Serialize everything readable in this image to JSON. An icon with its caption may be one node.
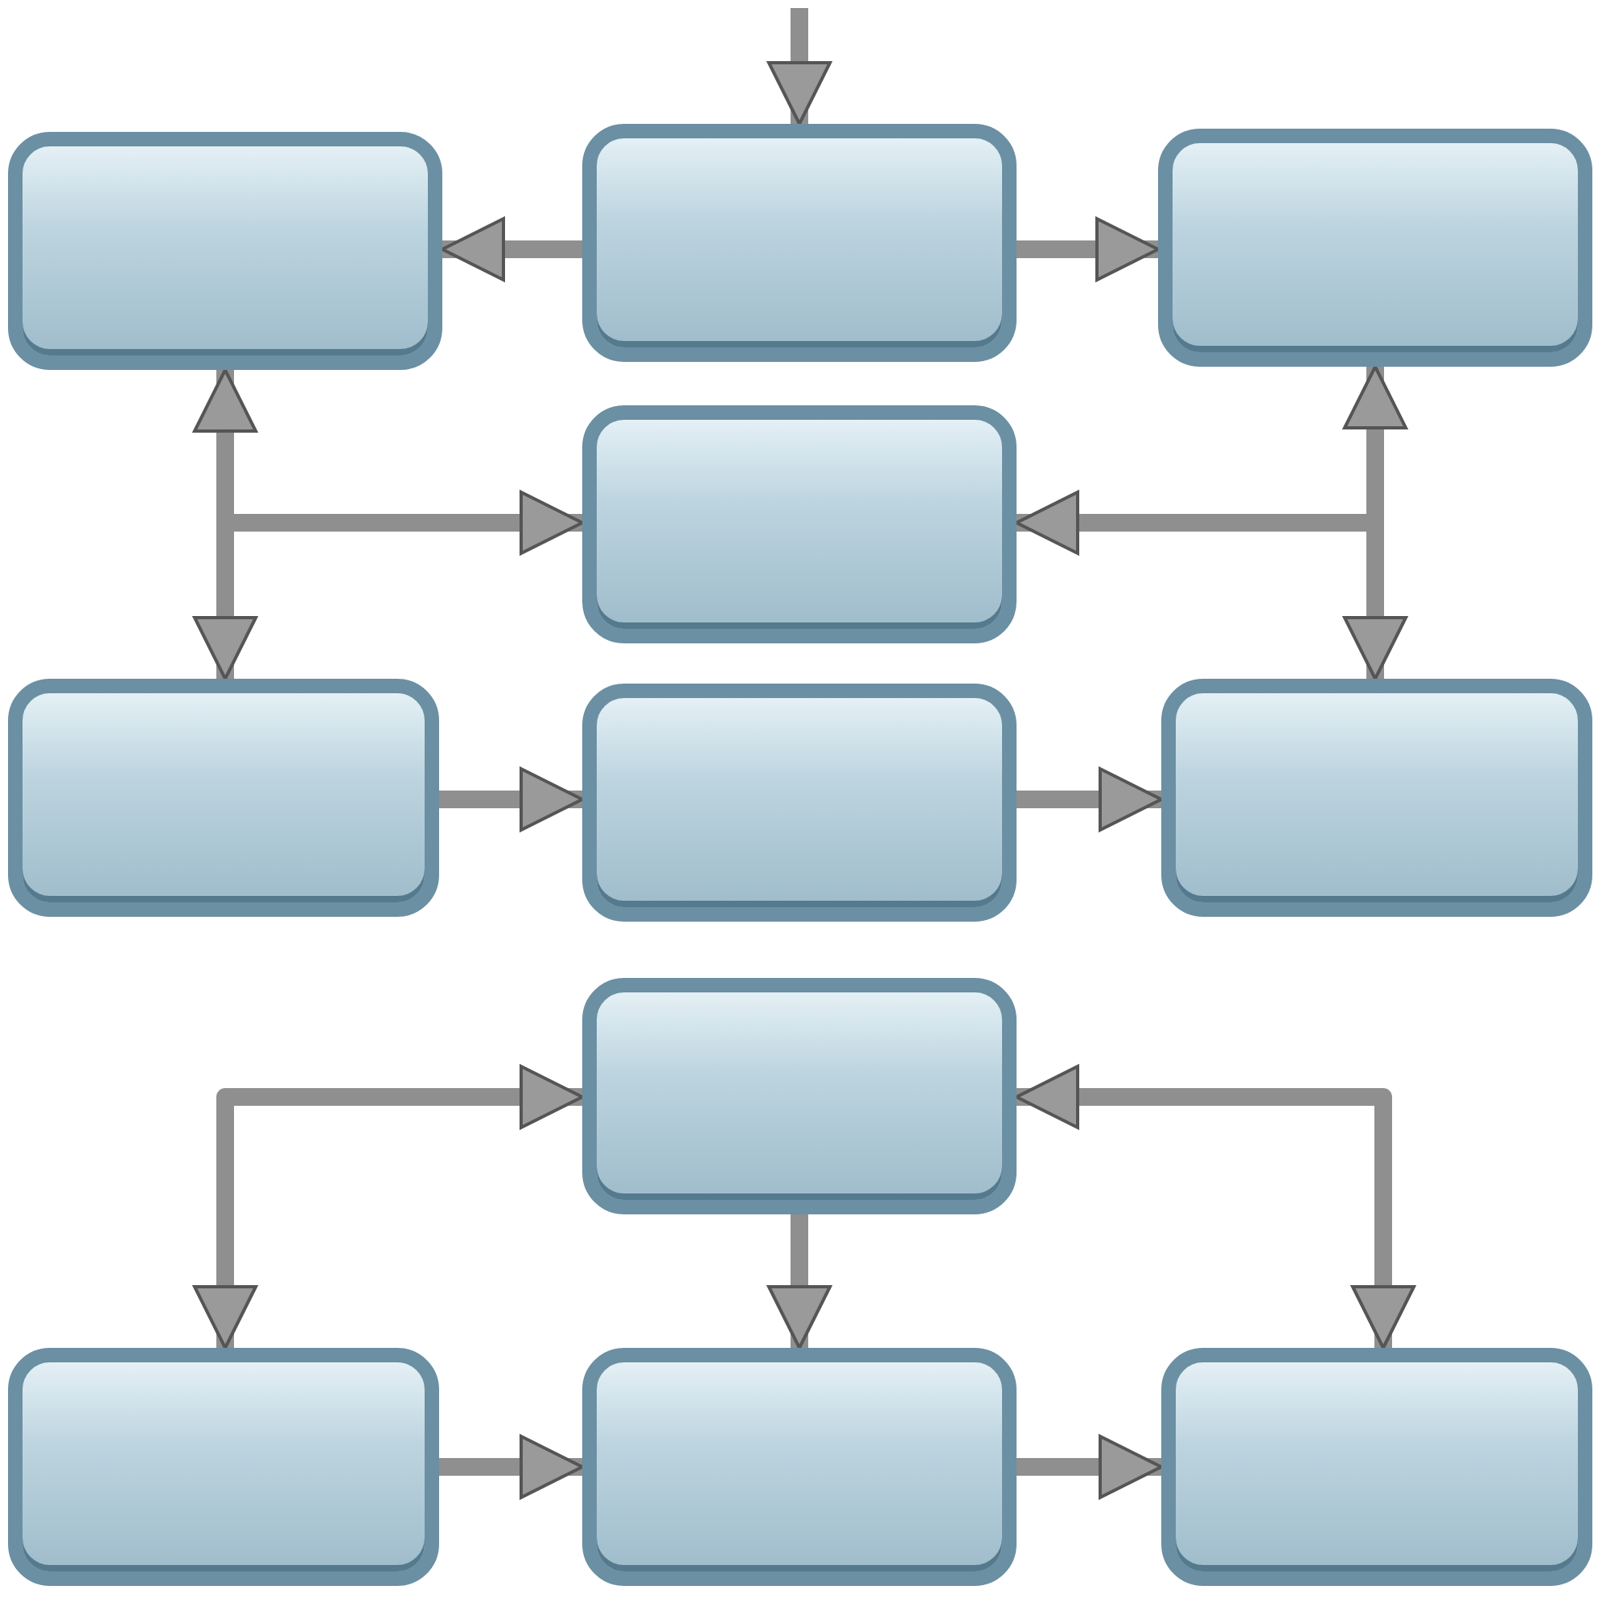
{
  "diagram": {
    "nodes": [
      {
        "text": [],
        "shape": "box"
      },
      {
        "text": [],
        "shape": "box"
      },
      {
        "text": [],
        "shape": "box"
      },
      {
        "text": [],
        "shape": "box"
      },
      {
        "text": [],
        "shape": "box"
      },
      {
        "text": [],
        "shape": "box"
      },
      {
        "text": [],
        "shape": "box"
      },
      {
        "text": [],
        "shape": "box"
      },
      {
        "text": [],
        "shape": "box"
      },
      {
        "text": [],
        "shape": "box"
      },
      {
        "text": [],
        "shape": "box"
      }
    ],
    "edges": [
      {
        "from": null,
        "to": 1,
        "arrow": "to"
      },
      {
        "from": 1,
        "to": 0,
        "arrow": "to"
      },
      {
        "from": 1,
        "to": 2,
        "arrow": "to"
      },
      {
        "from": 0,
        "to": 4,
        "arrow": "both"
      },
      {
        "from": 0,
        "to": 3,
        "arrow": "to"
      },
      {
        "from": 2,
        "to": 6,
        "arrow": "both"
      },
      {
        "from": 2,
        "to": 3,
        "arrow": "to"
      },
      {
        "from": 4,
        "to": 5,
        "arrow": "to"
      },
      {
        "from": 5,
        "to": 6,
        "arrow": "to"
      },
      {
        "from": 7,
        "to": 8,
        "arrow": "both"
      },
      {
        "from": 7,
        "to": 10,
        "arrow": "both"
      },
      {
        "from": 7,
        "to": 9,
        "arrow": "to"
      },
      {
        "from": 8,
        "to": 9,
        "arrow": "to"
      },
      {
        "from": 9,
        "to": 10,
        "arrow": "to"
      }
    ]
  }
}
